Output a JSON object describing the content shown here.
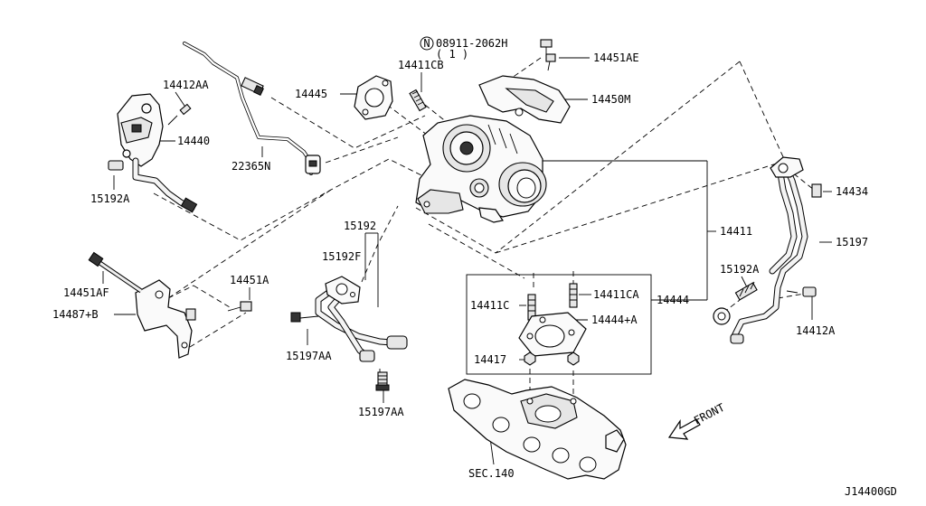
{
  "diagram_code": "J14400GD",
  "labels": {
    "p08911": "08911-2062H",
    "p08911_qty": "( 1 )",
    "p08911_prefix": "N",
    "p14451AE": "14451AE",
    "p14411CB": "14411CB",
    "p14445": "14445",
    "p14450M": "14450M",
    "p14412AA": "14412AA",
    "p14440": "14440",
    "p22365N": "22365N",
    "p15192A_left": "15192A",
    "p14434": "14434",
    "p14411": "14411",
    "p15197": "15197",
    "p15192": "15192",
    "p15192F": "15192F",
    "p15192A_right": "15192A",
    "p14412A": "14412A",
    "p14451AF": "14451AF",
    "p14451A": "14451A",
    "p14487B": "14487+B",
    "p14411C": "14411C",
    "p14411CA": "14411CA",
    "p14444": "14444",
    "p14444A": "14444+A",
    "p14417": "14417",
    "p15197AA_left": "15197AA",
    "p15197AA_bottom": "15197AA",
    "sec140": "SEC.140",
    "front": "FRONT"
  }
}
